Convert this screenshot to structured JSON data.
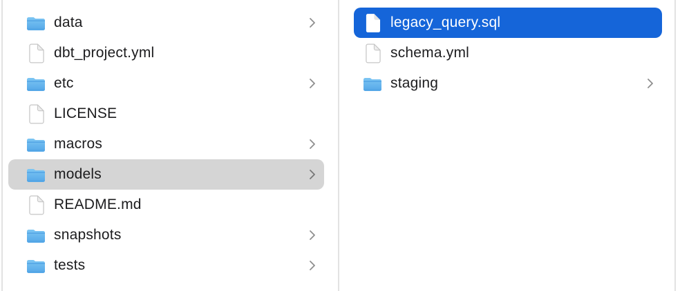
{
  "window": {
    "kind": "finder-column-view"
  },
  "colors": {
    "background": "#ffffff",
    "divider": "#e2e2e2",
    "selection_active": "#1565d9",
    "selection_inactive": "#d5d5d5",
    "text": "#1c1c1e",
    "text_on_selection": "#ffffff",
    "chevron": "#8e8e8e",
    "folder_top": "#7dc6f3",
    "folder_bottom": "#54a7e8",
    "folder_band": "#459ade",
    "document_stroke": "#c6c6c6",
    "document_fold": "#ededed"
  },
  "columns": [
    {
      "id": "left",
      "items": [
        {
          "label": "data",
          "type": "folder",
          "expandable": true,
          "selected": false
        },
        {
          "label": "dbt_project.yml",
          "type": "file",
          "expandable": false,
          "selected": false
        },
        {
          "label": "etc",
          "type": "folder",
          "expandable": true,
          "selected": false
        },
        {
          "label": "LICENSE",
          "type": "file",
          "expandable": false,
          "selected": false
        },
        {
          "label": "macros",
          "type": "folder",
          "expandable": true,
          "selected": false
        },
        {
          "label": "models",
          "type": "folder",
          "expandable": true,
          "selected": true,
          "selection_style": "inactive"
        },
        {
          "label": "README.md",
          "type": "file",
          "expandable": false,
          "selected": false
        },
        {
          "label": "snapshots",
          "type": "folder",
          "expandable": true,
          "selected": false
        },
        {
          "label": "tests",
          "type": "folder",
          "expandable": true,
          "selected": false
        }
      ]
    },
    {
      "id": "right",
      "items": [
        {
          "label": "legacy_query.sql",
          "type": "file",
          "expandable": false,
          "selected": true,
          "selection_style": "active"
        },
        {
          "label": "schema.yml",
          "type": "file",
          "expandable": false,
          "selected": false
        },
        {
          "label": "staging",
          "type": "folder",
          "expandable": true,
          "selected": false
        }
      ]
    }
  ]
}
